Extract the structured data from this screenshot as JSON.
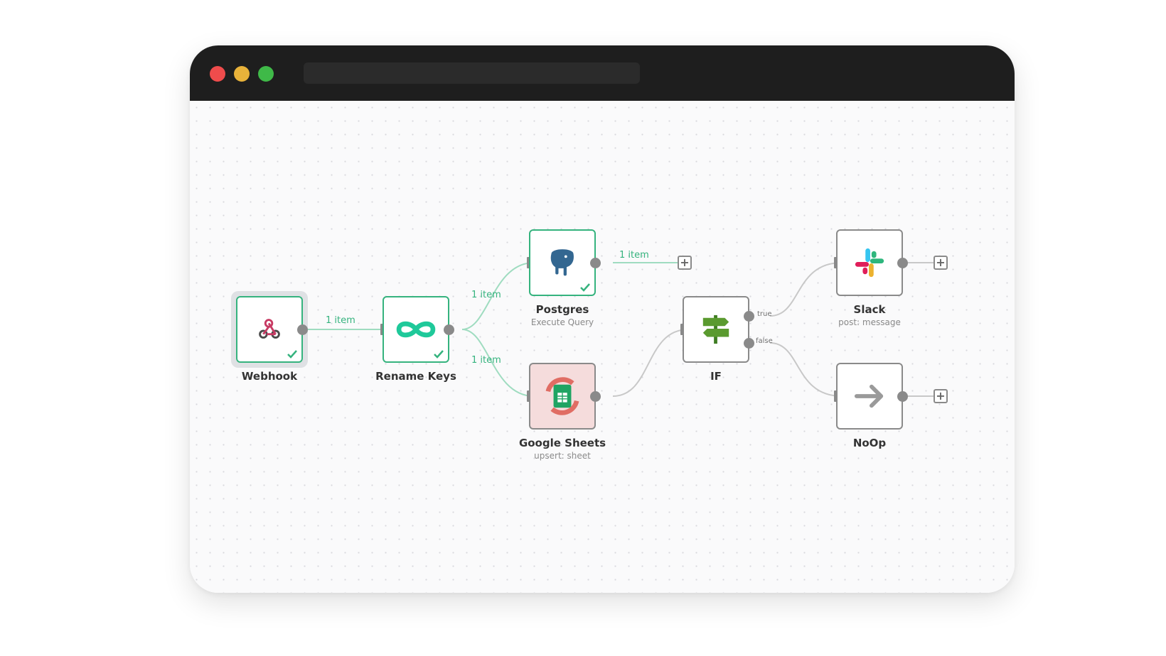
{
  "colors": {
    "success": "#35b37e",
    "node_border": "#8a8a8a",
    "titlebar": "#1e1e1e",
    "canvas": "#fafafb"
  },
  "window": {
    "controls": [
      "close",
      "minimize",
      "maximize"
    ]
  },
  "nodes": {
    "webhook": {
      "label": "Webhook",
      "icon": "webhook-icon",
      "status": "success"
    },
    "rename_keys": {
      "label": "Rename Keys",
      "icon": "infinity-icon",
      "status": "success"
    },
    "postgres": {
      "label": "Postgres",
      "subtitle": "Execute Query",
      "icon": "postgres-elephant-icon",
      "status": "success"
    },
    "google_sheets": {
      "label": "Google Sheets",
      "subtitle": "upsert: sheet",
      "icon": "google-sheets-icon",
      "status": "error"
    },
    "if": {
      "label": "IF",
      "icon": "signpost-icon"
    },
    "slack": {
      "label": "Slack",
      "subtitle": "post: message",
      "icon": "slack-icon"
    },
    "noop": {
      "label": "NoOp",
      "icon": "arrow-right-icon"
    }
  },
  "edges": {
    "webhook_rename": "1 item",
    "rename_postgres": "1 item",
    "rename_sheets": "1 item",
    "postgres_out": "1 item"
  },
  "branches": {
    "true_label": "true",
    "false_label": "false"
  },
  "add_button_symbol": "+"
}
